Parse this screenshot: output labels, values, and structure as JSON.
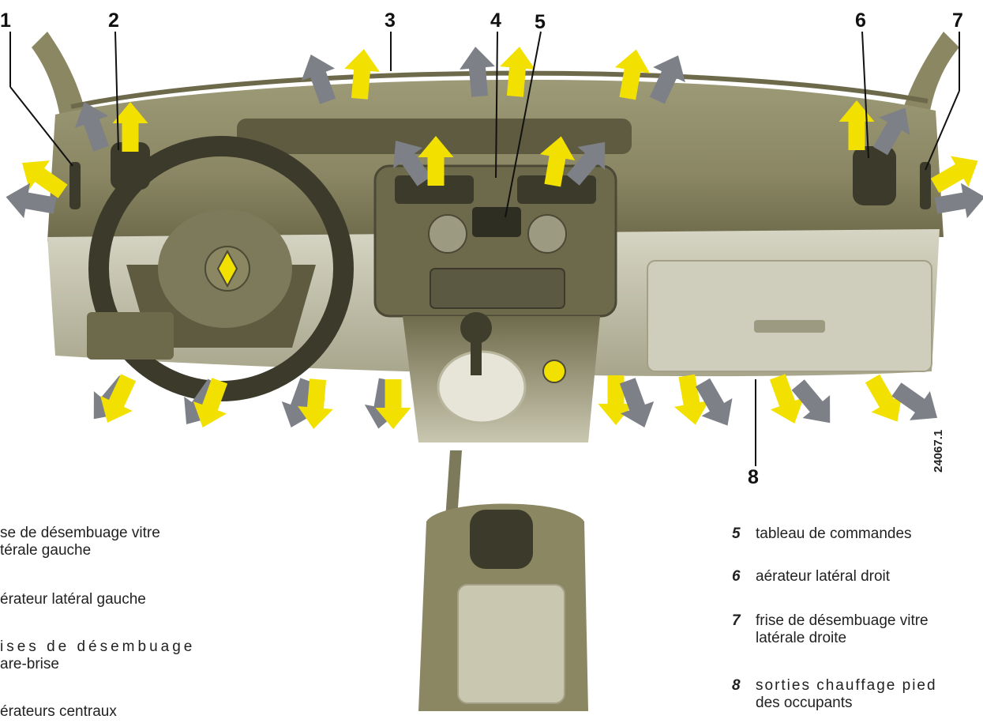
{
  "callouts": [
    "1",
    "2",
    "3",
    "4",
    "5",
    "6",
    "7",
    "8"
  ],
  "reference": "24067.1",
  "legend_left": [
    {
      "text": "se de désembuage vitre",
      "text2": "térale gauche"
    },
    {
      "text": "érateur latéral gauche"
    },
    {
      "text": "ises de désembuage",
      "text2": "are-brise"
    },
    {
      "text": "érateurs centraux"
    }
  ],
  "legend_right": [
    {
      "num": "5",
      "text": "tableau de commandes"
    },
    {
      "num": "6",
      "text": "aérateur latéral droit"
    },
    {
      "num": "7",
      "text": "frise de désembuage vitre",
      "text2": "latérale droite"
    },
    {
      "num": "8",
      "text": "sorties chauffage pied",
      "text2": "des occupants"
    }
  ],
  "colors": {
    "warm_arrow": "#f2e100",
    "cool_arrow": "#7d8087",
    "dash": "#8b8762",
    "dash_dark": "#5e5b40"
  }
}
